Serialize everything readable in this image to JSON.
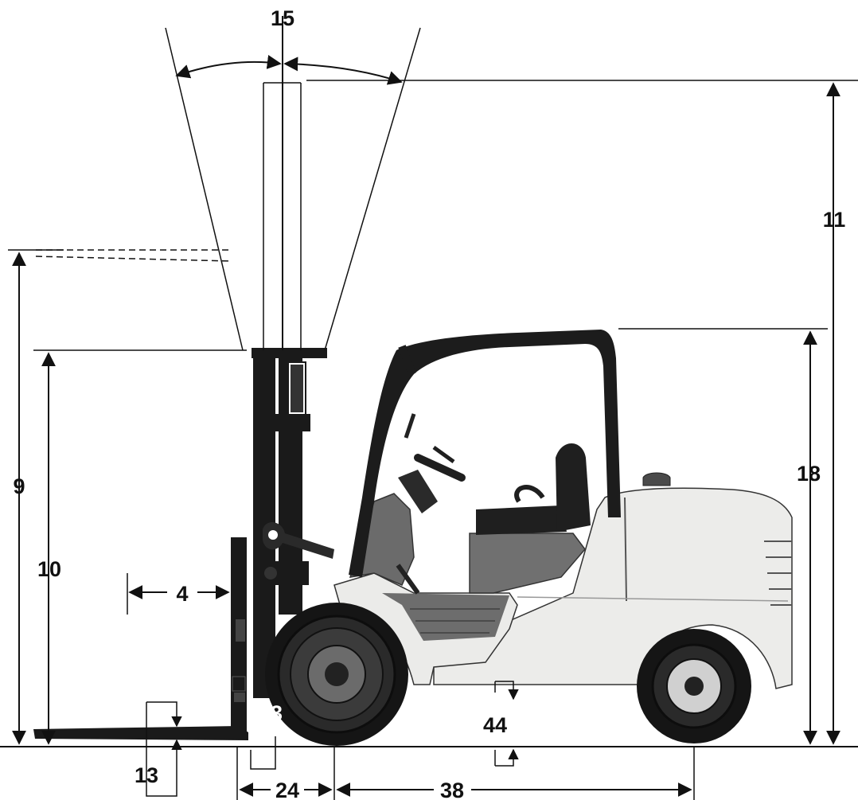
{
  "diagram": {
    "colors": {
      "body_black": "#1a1a1a",
      "body_white": "#ededeb",
      "body_grey": "#6b6b6b",
      "tire_dark": "#161616",
      "dimension_ink": "#111111"
    },
    "labels": {
      "d15": "15",
      "d11": "11",
      "d9": "9",
      "d10": "10",
      "d18": "18",
      "d4": "4",
      "d43": "43",
      "d44": "44",
      "d13": "13",
      "d24": "24",
      "d38": "38"
    }
  }
}
